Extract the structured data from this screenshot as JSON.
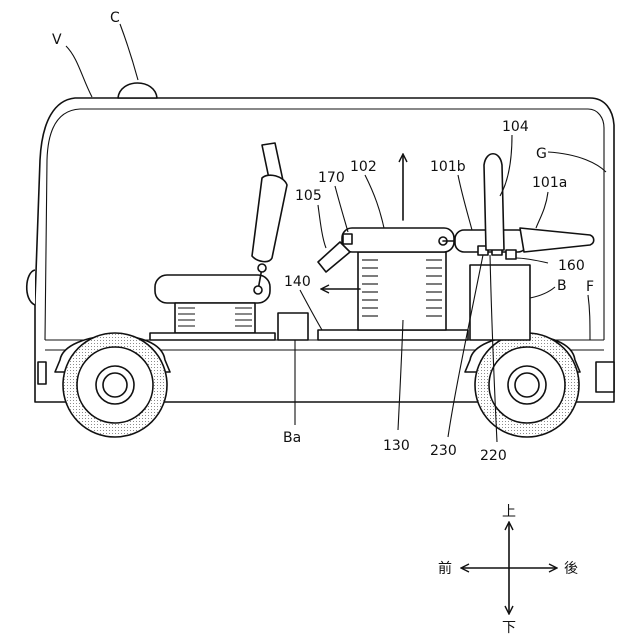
{
  "labels": {
    "V": "V",
    "C": "C",
    "G": "G",
    "F": "F",
    "B": "B",
    "Ba": "Ba",
    "n104": "104",
    "n102": "102",
    "n170": "170",
    "n105": "105",
    "n101b": "101b",
    "n101a": "101a",
    "n160": "160",
    "n140": "140",
    "n130": "130",
    "n230": "230",
    "n220": "220"
  },
  "directions": {
    "up": "上",
    "down": "下",
    "front": "前",
    "rear": "後"
  }
}
